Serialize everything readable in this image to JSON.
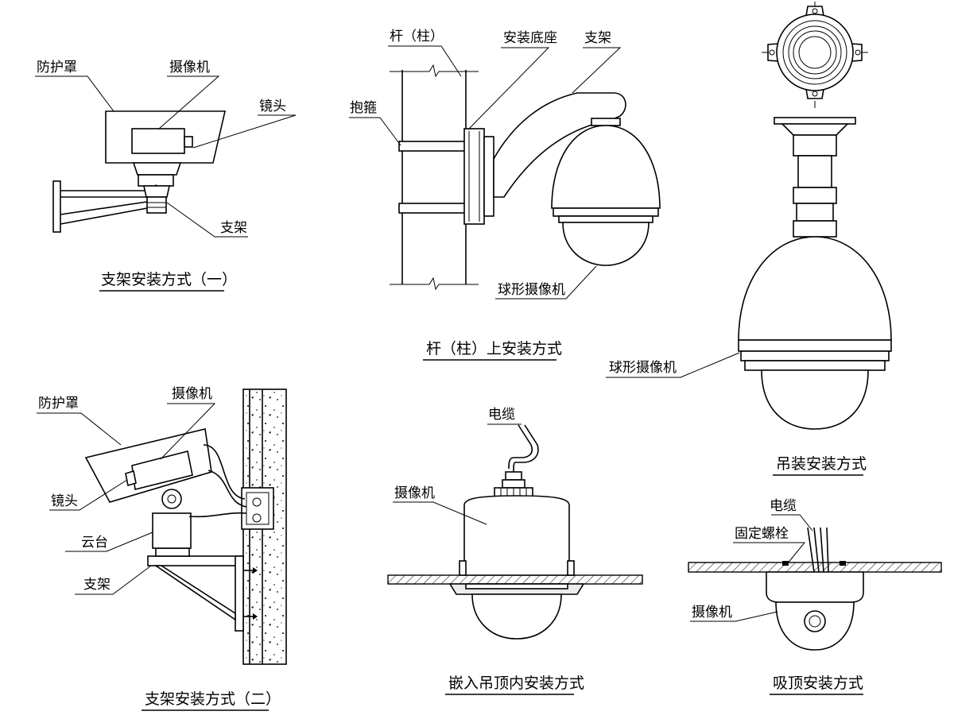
{
  "colors": {
    "line": "#000000",
    "background": "#ffffff",
    "fill_light": "#ececec"
  },
  "panels": {
    "bracket1": {
      "labels": {
        "housing": "防护罩",
        "camera": "摄像机",
        "lens": "镜头",
        "bracket": "支架"
      },
      "caption": "支架安装方式（一）"
    },
    "pole": {
      "labels": {
        "pole": "杆（柱）",
        "base": "安装底座",
        "bracket": "支架",
        "hoop": "抱箍",
        "dome": "球形摄像机"
      },
      "caption": "杆（柱）上安装方式"
    },
    "pendant": {
      "labels": {
        "dome": "球形摄像机"
      },
      "caption": "吊装安装方式"
    },
    "bracket2": {
      "labels": {
        "housing": "防护罩",
        "camera": "摄像机",
        "lens": "镜头",
        "pantilt": "云台",
        "bracket": "支架"
      },
      "caption": "支架安装方式（二）"
    },
    "recessed": {
      "labels": {
        "cable": "电缆",
        "camera": "摄像机"
      },
      "caption": "嵌入吊顶内安装方式"
    },
    "ceiling": {
      "labels": {
        "cable": "电缆",
        "bolt": "固定螺栓",
        "camera": "摄像机"
      },
      "caption": "吸顶安装方式"
    }
  }
}
